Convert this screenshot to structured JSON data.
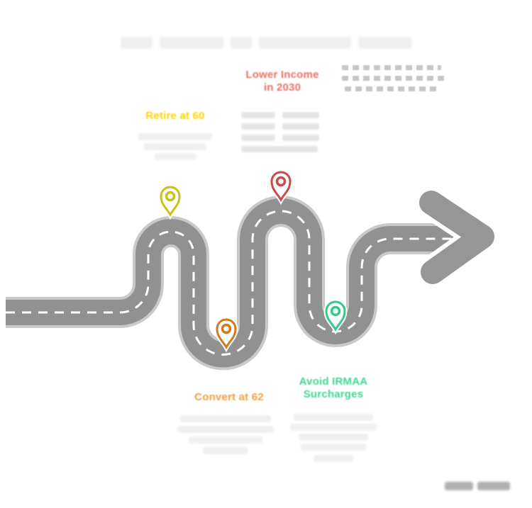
{
  "title": {
    "illegible": true,
    "note": "large blurred light-gray title text across top center"
  },
  "road": {
    "asphalt_color": "#919191",
    "edge_color": "#c9c9c9",
    "center_dash_color": "#ffffff",
    "arrow_color": "#969696",
    "arrow_halo_color": "#ffffff",
    "direction": "left-to-right winding road ending in right-pointing chevron arrow"
  },
  "milestones": [
    {
      "id": "retire-at-60",
      "label": "Retire at 60",
      "heading_color": "#ffd400",
      "pin_color": "#c9c218",
      "body_note": "illegible blurred white text lines below heading"
    },
    {
      "id": "lower-income-in-2030",
      "label_line1": "Lower Income",
      "label_line2": "in 2030",
      "heading_color": "#ee6f66",
      "pin_color": "#c44d4d",
      "body_note": "illegible blurred small table/text block below heading"
    },
    {
      "id": "convert-at-62",
      "label": "Convert at 62",
      "heading_color": "#f29d3c",
      "pin_color": "#cd7a22",
      "body_note": "illegible blurred white text lines below heading"
    },
    {
      "id": "avoid-irmaa-surcharges",
      "label_line1": "Avoid IRMAA",
      "label_line2": "Surcharges",
      "heading_color": "#3fd493",
      "pin_color": "#35c98c",
      "body_note": "illegible blurred white text lines below heading"
    }
  ],
  "side_note": {
    "illegible": true,
    "note": "three rows of small dashed gray text, top right"
  },
  "watermark": {
    "illegible": true,
    "note": "small blurred gray watermark text, bottom right"
  }
}
